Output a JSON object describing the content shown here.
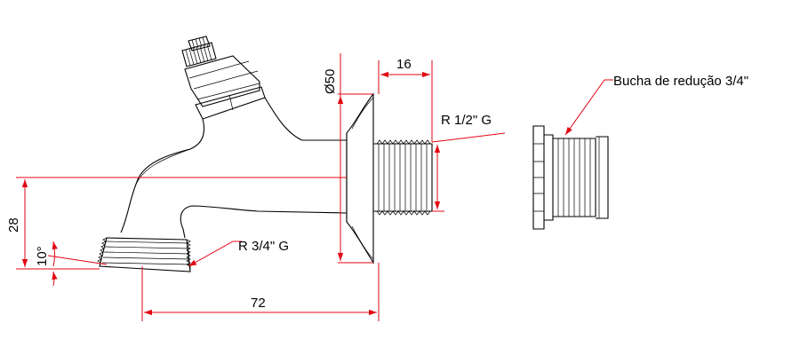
{
  "dimensions": {
    "diameter_flange": "Ø50",
    "thread_length": "16",
    "height": "28",
    "angle": "10°",
    "overall_length": "72"
  },
  "callouts": {
    "inlet_thread": "R 1/2\" G",
    "outlet_thread": "R 3/4\" G",
    "reducer": "Bucha de redução 3/4\""
  },
  "colors": {
    "dimension_lines": "#e30613",
    "part_outline": "#000000"
  }
}
